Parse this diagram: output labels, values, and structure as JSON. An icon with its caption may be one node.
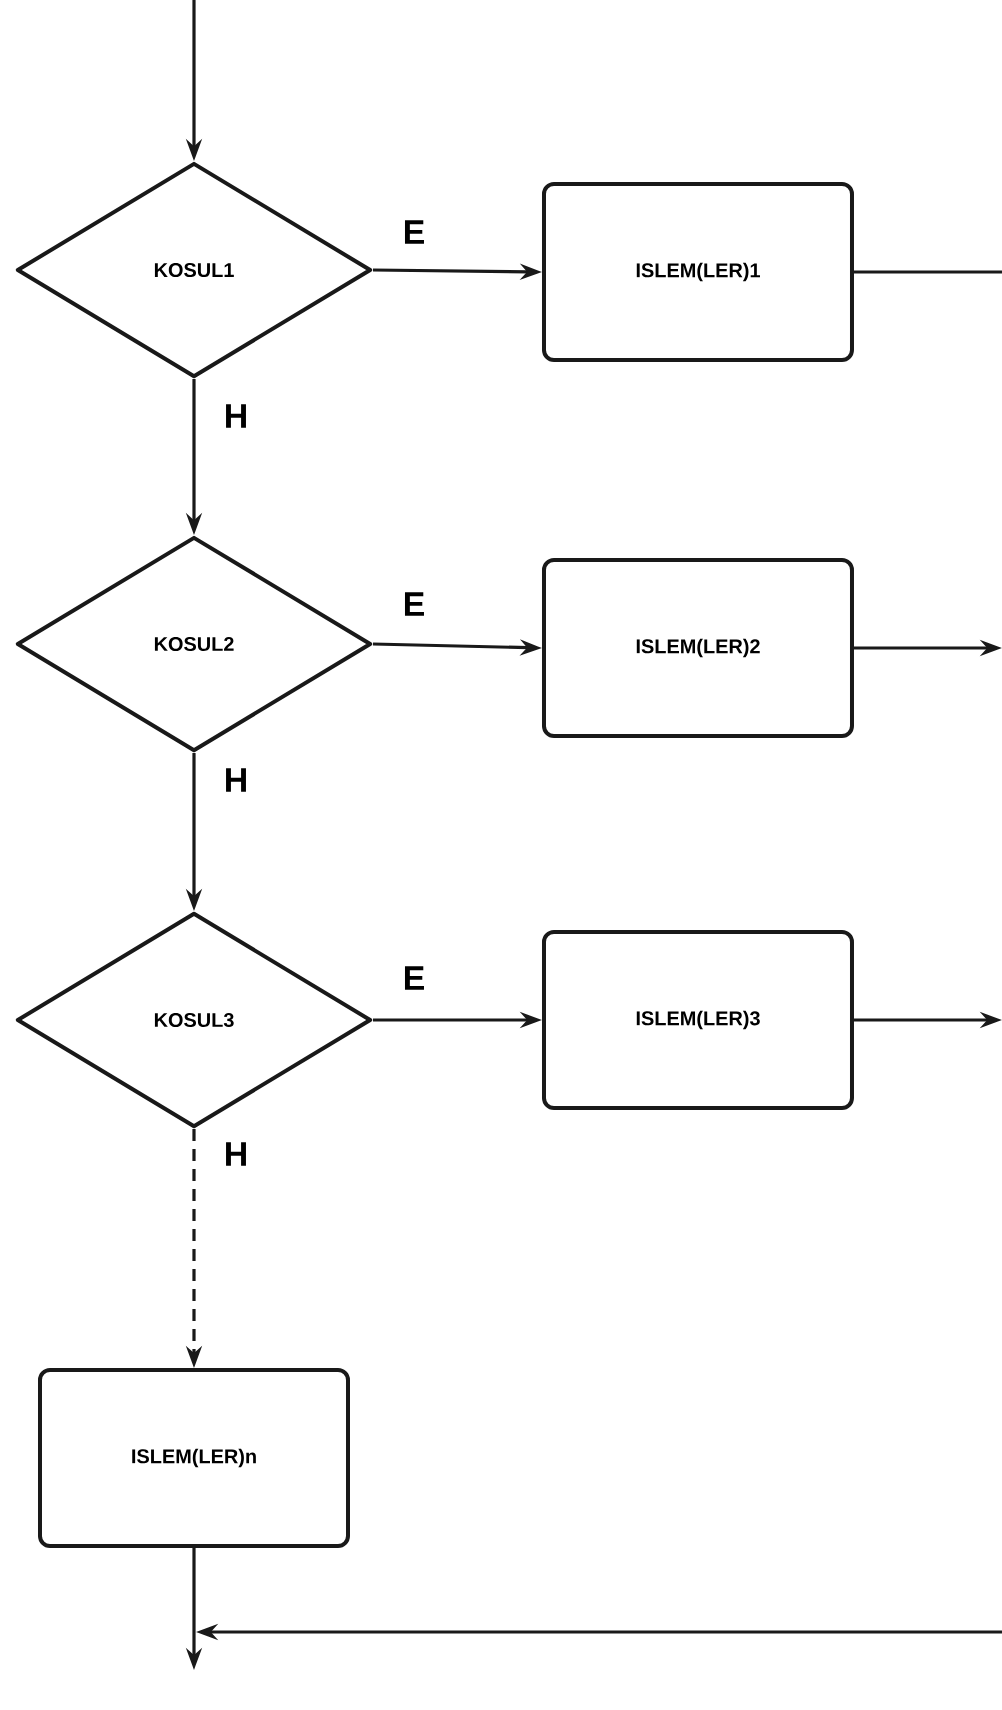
{
  "diagram": {
    "nodes": [
      {
        "text": [
          "KOSUL1"
        ]
      },
      {
        "text": [
          "ISLEM(LER)1"
        ]
      },
      {
        "text": [
          "KOSUL2"
        ]
      },
      {
        "text": [
          "ISLEM(LER)2"
        ]
      },
      {
        "text": [
          "KOSUL3"
        ]
      },
      {
        "text": [
          "ISLEM(LER)3"
        ]
      },
      {
        "text": [
          "ISLEM(LER)n"
        ]
      }
    ],
    "edges": [
      {
        "from": null,
        "to": 0,
        "arrow": "to"
      },
      {
        "from": 0,
        "to": 1,
        "arrow": "to",
        "label": "E"
      },
      {
        "from": 0,
        "to": 2,
        "arrow": "to",
        "label": "H"
      },
      {
        "from": 2,
        "to": 3,
        "arrow": "to",
        "label": "E"
      },
      {
        "from": 2,
        "to": 4,
        "arrow": "to",
        "label": "H"
      },
      {
        "from": 4,
        "to": 5,
        "arrow": "to",
        "label": "E"
      },
      {
        "from": 4,
        "to": 6,
        "arrow": "to",
        "label": "H",
        "style": "dashed"
      },
      {
        "from": 1,
        "to": null,
        "arrow": "none"
      },
      {
        "from": 3,
        "to": null,
        "arrow": "to"
      },
      {
        "from": 5,
        "to": null,
        "arrow": "to"
      },
      {
        "from": 6,
        "to": null,
        "arrow": "to"
      }
    ]
  }
}
